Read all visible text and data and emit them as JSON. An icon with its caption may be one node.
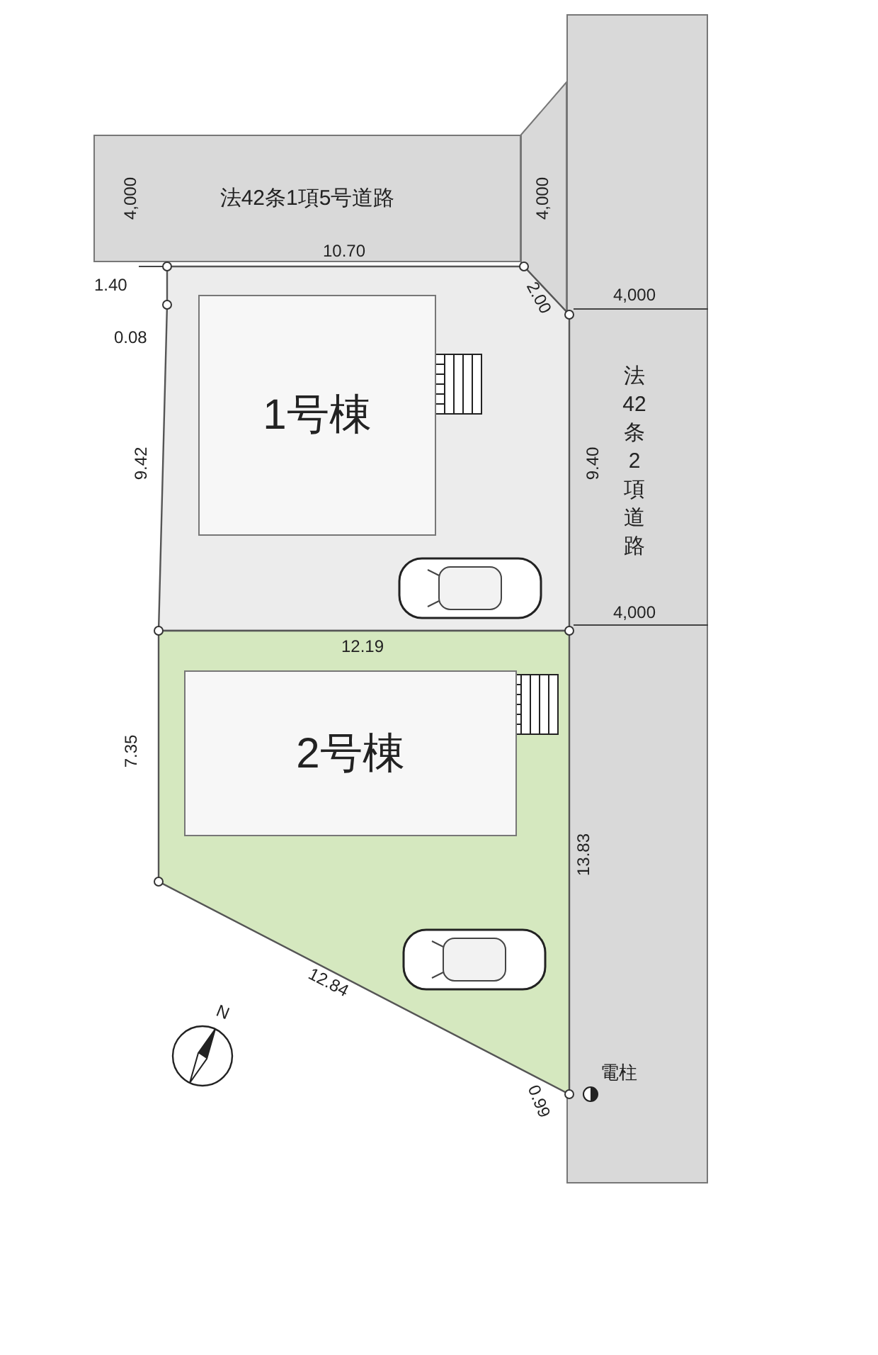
{
  "diagram": {
    "nodes": [
      {
        "text": [
          "法42条1項5号道路"
        ]
      },
      {
        "text": [
          "法42条2項道路"
        ]
      },
      {
        "text": [
          "1号棟"
        ]
      },
      {
        "text": [
          "2号棟"
        ]
      }
    ],
    "labels": [
      "4,000",
      "4,000",
      "10.70",
      "1.40",
      "2.00",
      "4,000",
      "0.08",
      "9.42",
      "9.40",
      "4,000",
      "12.19",
      "7.35",
      "13.83",
      "12.84",
      "N",
      "電柱",
      "0.99"
    ]
  }
}
